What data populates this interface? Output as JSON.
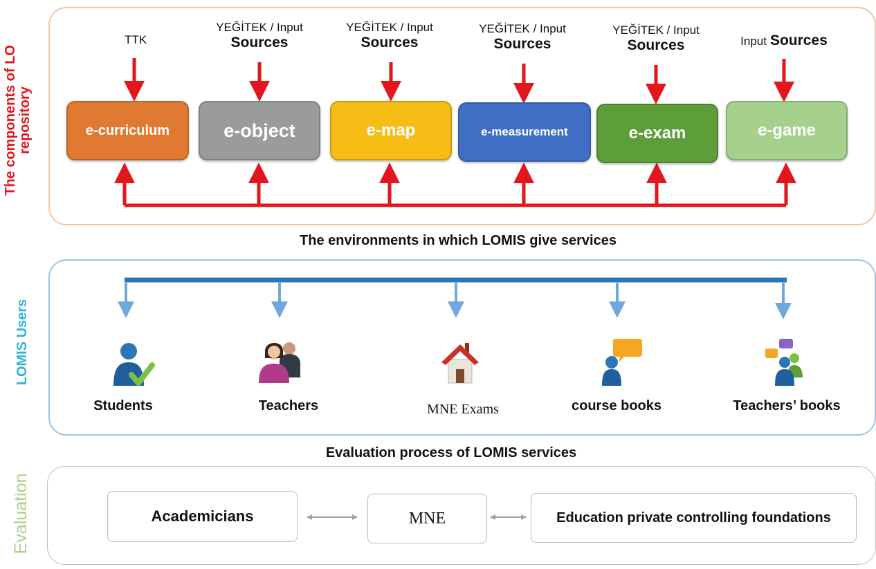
{
  "repository": {
    "side_label_line1": "The components of LO",
    "side_label_line2": "repository",
    "sources": [
      {
        "small": "TTK",
        "big": ""
      },
      {
        "small": "YEĞİTEK / Input",
        "big": "Sources"
      },
      {
        "small": "YEĞİTEK / Input",
        "big": "Sources"
      },
      {
        "small": "YEĞİTEK / Input",
        "big": "Sources"
      },
      {
        "small": "YEĞİTEK / Input",
        "big": "Sources"
      },
      {
        "small": "Input",
        "big": "Sources"
      }
    ],
    "components": [
      {
        "label": "e-curriculum",
        "color": "#e07a32"
      },
      {
        "label": "e-object",
        "color": "#9b9b9b"
      },
      {
        "label": "e-map",
        "color": "#f7bd17"
      },
      {
        "label": "e-measurement",
        "color": "#3f6fc4"
      },
      {
        "label": "e-exam",
        "color": "#5e9e3a"
      },
      {
        "label": "e-game",
        "color": "#a5d18c"
      }
    ]
  },
  "environments_caption": "The environments in which LOMIS give services",
  "users": {
    "side_label": "LOMIS Users",
    "items": [
      {
        "label": "Students",
        "icon": "student-check-icon"
      },
      {
        "label": "Teachers",
        "icon": "teachers-icon"
      },
      {
        "label": "MNE Exams",
        "icon": "house-icon"
      },
      {
        "label": "course books",
        "icon": "person-speech-icon"
      },
      {
        "label": "Teachers’ books",
        "icon": "group-chat-icon"
      }
    ]
  },
  "evaluation_caption": "Evaluation process of LOMIS services",
  "evaluation": {
    "side_label": "Evaluation",
    "boxes": [
      "Academicians",
      "MNE",
      "Education private controlling foundations"
    ]
  },
  "colors": {
    "red": "#e2161c",
    "blue": "#2e75b6",
    "light_blue": "#6fa8dc",
    "section_orange": "#f0c6a8",
    "section_blue": "#9dc3e6",
    "section_gray": "#bfbfbf",
    "users_label": "#2fb4d6",
    "evaluation_label": "#a9d18e"
  }
}
